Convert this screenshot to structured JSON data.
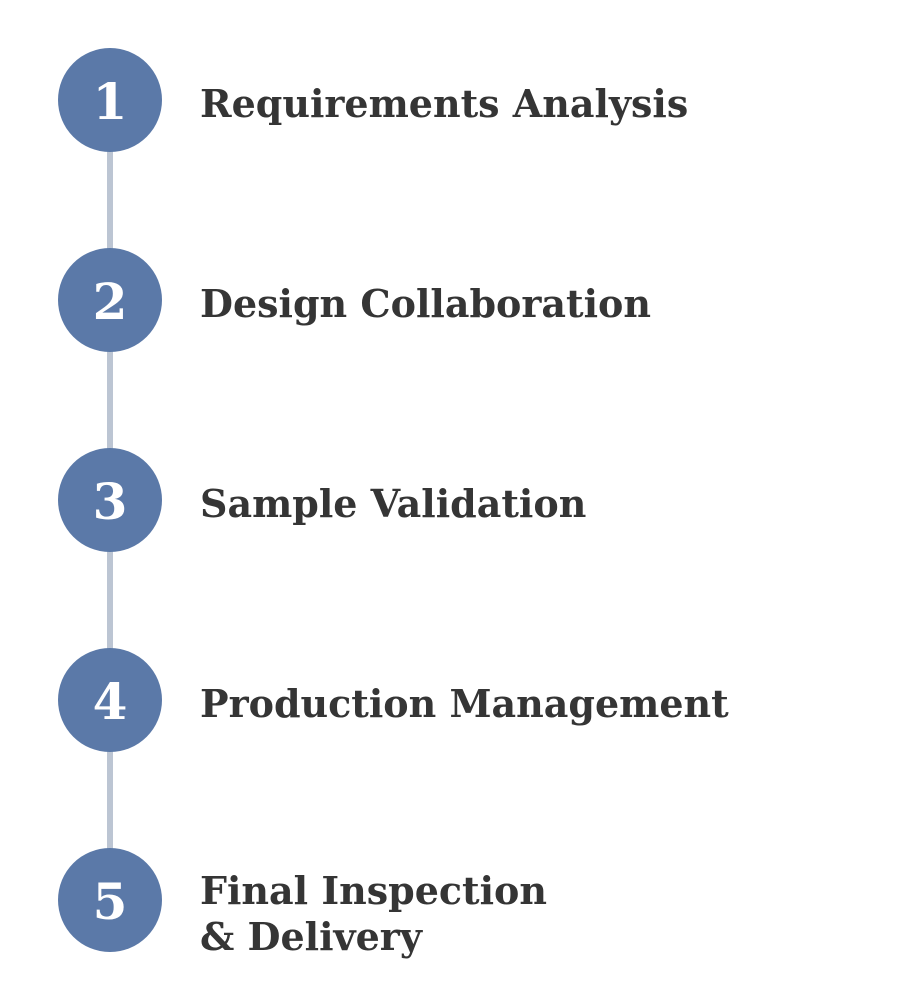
{
  "colors": {
    "circle_fill": "#5b79a8",
    "connector": "#bcc5d3",
    "label_text": "#353535",
    "number_text": "#ffffff"
  },
  "steps": [
    {
      "number": "1",
      "label": "Requirements Analysis"
    },
    {
      "number": "2",
      "label": "Design Collaboration"
    },
    {
      "number": "3",
      "label": "Sample Validation"
    },
    {
      "number": "4",
      "label": "Production Management"
    },
    {
      "number": "5",
      "label": "Final Inspection\n& Delivery"
    }
  ]
}
